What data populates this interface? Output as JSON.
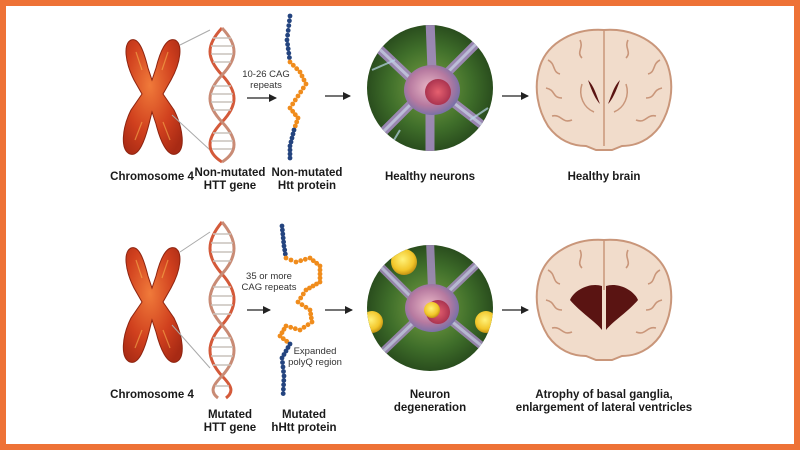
{
  "colors": {
    "border": "#ee7236",
    "chromosome": "#d0401e",
    "dna_strand": "#d45a3a",
    "dna_rungs": "#c8c2bc",
    "protein_blue": "#24447f",
    "protein_orange": "#f08c1c",
    "neuron_bg": "#3f6e2a",
    "brain_tissue": "#f1dccb",
    "brain_outline": "#c9967a",
    "ventricle": "#5a1412",
    "aggregate": "#f2d43a"
  },
  "healthy": {
    "chromosome_label": "Chromosome 4",
    "gene_label": "Non-mutated\nHTT gene",
    "repeats_note": "10-26 CAG\nrepeats",
    "protein_label": "Non-mutated\nHtt protein",
    "neurons_label": "Healthy neurons",
    "brain_label": "Healthy brain"
  },
  "mutated": {
    "chromosome_label": "Chromosome 4",
    "gene_label": "Mutated\nHTT gene",
    "repeats_note": "35 or more\nCAG repeats",
    "polyq_note": "Expanded\npolyQ region",
    "protein_label": "Mutated\nhHtt protein",
    "neurons_label": "Neuron\ndegeneration",
    "brain_label": "Atrophy of basal ganglia,\nenlargement of lateral ventricles"
  }
}
